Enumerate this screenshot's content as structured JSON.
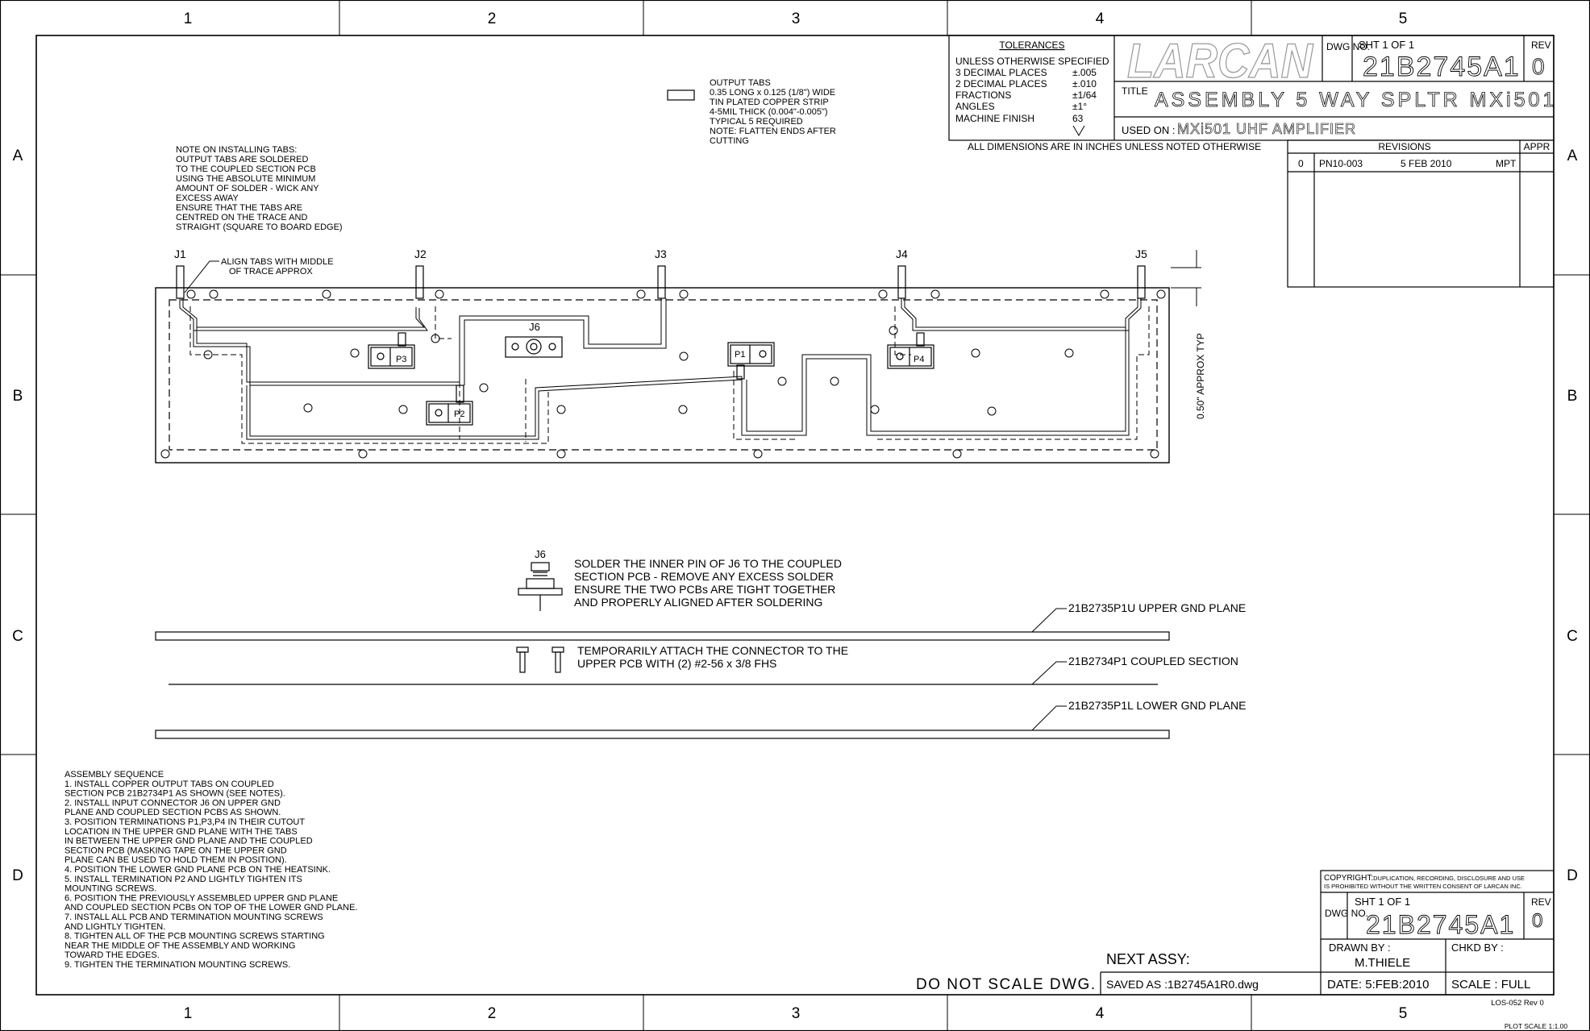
{
  "border": {
    "columns": [
      "1",
      "2",
      "3",
      "4",
      "5"
    ],
    "rows": [
      "A",
      "B",
      "C",
      "D"
    ]
  },
  "output_tabs_note": [
    "OUTPUT TABS",
    "0.35 LONG x 0.125 (1/8\") WIDE",
    "TIN PLATED COPPER STRIP",
    "4-5MIL THICK (0.004\"-0.005\")",
    "TYPICAL 5 REQUIRED",
    "NOTE: FLATTEN ENDS AFTER",
    "CUTTING"
  ],
  "install_note": [
    "NOTE ON INSTALLING TABS:",
    "OUTPUT TABS ARE SOLDERED",
    "TO THE COUPLED SECTION PCB",
    "USING THE ABSOLUTE MINIMUM",
    "AMOUNT OF SOLDER - WICK ANY",
    "EXCESS AWAY",
    "ENSURE THAT THE TABS ARE",
    "CENTRED ON THE TRACE AND",
    "STRAIGHT (SQUARE TO BOARD EDGE)"
  ],
  "tolerances": {
    "heading": "TOLERANCES",
    "subheading": "UNLESS OTHERWISE SPECIFIED",
    "rows": [
      {
        "label": "3 DECIMAL PLACES",
        "value": "±.005"
      },
      {
        "label": "2 DECIMAL PLACES",
        "value": "±.010"
      },
      {
        "label": "FRACTIONS",
        "value": "±1/64"
      },
      {
        "label": "ANGLES",
        "value": "±1°"
      },
      {
        "label": "MACHINE FINISH",
        "value": "63"
      }
    ],
    "footnote": "ALL DIMENSIONS ARE IN INCHES UNLESS NOTED OTHERWISE"
  },
  "title_block": {
    "logo": "LARCAN",
    "dwg_no_label": "DWG NO.",
    "sheet": "SHT 1 OF 1",
    "dwg_no": "21B2745A1",
    "rev_label": "REV",
    "rev": "0",
    "title_label": "TITLE",
    "title": "ASSEMBLY 5 WAY SPLTR MXi501",
    "used_on_label": "USED ON :",
    "used_on": "MXi501 UHF AMPLIFIER"
  },
  "revisions": {
    "heading": "REVISIONS",
    "appr_label": "APPR",
    "rows": [
      {
        "rev": "0",
        "ecn": "PN10-003",
        "date": "5 FEB 2010",
        "by": "MPT"
      }
    ]
  },
  "pcb": {
    "connectors": [
      "J1",
      "J2",
      "J3",
      "J4",
      "J5"
    ],
    "input_connector": "J6",
    "terminations": [
      "P1",
      "P2",
      "P3",
      "P4"
    ],
    "align_note": [
      "ALIGN TABS WITH MIDDLE",
      "OF TRACE APPROX"
    ],
    "dimension": "0.50\" APPROX TYP"
  },
  "section_view": {
    "connector_label": "J6",
    "solder_note": [
      "SOLDER THE INNER PIN OF J6 TO THE COUPLED",
      "SECTION PCB - REMOVE ANY EXCESS SOLDER",
      "ENSURE THE TWO PCBs ARE TIGHT TOGETHER",
      "AND PROPERLY ALIGNED AFTER SOLDERING"
    ],
    "attach_note": [
      "TEMPORARILY ATTACH THE CONNECTOR TO THE",
      "UPPER PCB WITH (2) #2-56 x 3/8 FHS"
    ],
    "layer_upper": "21B2735P1U UPPER GND PLANE",
    "layer_coupled": "21B2734P1 COUPLED SECTION",
    "layer_lower": "21B2735P1L LOWER GND PLANE"
  },
  "assembly_sequence": [
    "ASSEMBLY SEQUENCE",
    "1. INSTALL COPPER OUTPUT TABS ON COUPLED",
    "    SECTION PCB 21B2734P1 AS SHOWN (SEE NOTES).",
    "2. INSTALL INPUT CONNECTOR J6 ON UPPER GND",
    "    PLANE AND COUPLED SECTION PCBS AS SHOWN.",
    "3. POSITION TERMINATIONS P1,P3,P4 IN THEIR CUTOUT",
    "    LOCATION IN THE UPPER GND PLANE WITH THE TABS",
    "    IN BETWEEN THE UPPER GND PLANE AND THE COUPLED",
    "    SECTION PCB (MASKING TAPE ON THE UPPER GND",
    "    PLANE CAN BE USED TO HOLD THEM IN POSITION).",
    "4. POSITION THE LOWER GND PLANE PCB ON THE HEATSINK.",
    "5. INSTALL TERMINATION P2 AND LIGHTLY TIGHTEN ITS",
    "    MOUNTING SCREWS.",
    "6. POSITION THE PREVIOUSLY ASSEMBLED UPPER GND PLANE",
    "    AND COUPLED SECTION PCBs ON TOP OF THE LOWER GND PLANE.",
    "7. INSTALL ALL PCB AND TERMINATION MOUNTING SCREWS",
    "    AND LIGHTLY TIGHTEN.",
    "8. TIGHTEN ALL OF THE PCB MOUNTING SCREWS STARTING",
    "    NEAR THE MIDDLE OF THE ASSEMBLY AND WORKING",
    "    TOWARD THE EDGES.",
    "9. TIGHTEN THE TERMINATION MOUNTING SCREWS."
  ],
  "bottom_block": {
    "copyright_label": "COPYRIGHT:",
    "copyright_line1": "DUPLICATION, RECORDING, DISCLOSURE AND USE",
    "copyright_line2": "IS PROHIBITED WITHOUT THE WRITTEN CONSENT OF LARCAN INC.",
    "dwg_no_label": "DWG NO.",
    "sheet": "SHT 1 OF 1",
    "dwg_no": "21B2745A1",
    "rev_label": "REV",
    "rev": "0",
    "drawn_by_label": "DRAWN BY :",
    "drawn_by": "M.THIELE",
    "chkd_by_label": "CHKD BY :",
    "next_assy": "NEXT ASSY:",
    "do_not_scale": "DO NOT SCALE DWG.",
    "saved_as": "SAVED AS :1B2745A1R0.dwg",
    "date": "DATE: 5:FEB:2010",
    "scale": "SCALE : FULL",
    "form_no": "LOS-052 Rev 0",
    "plot_scale": "PLOT SCALE 1:1.00"
  }
}
